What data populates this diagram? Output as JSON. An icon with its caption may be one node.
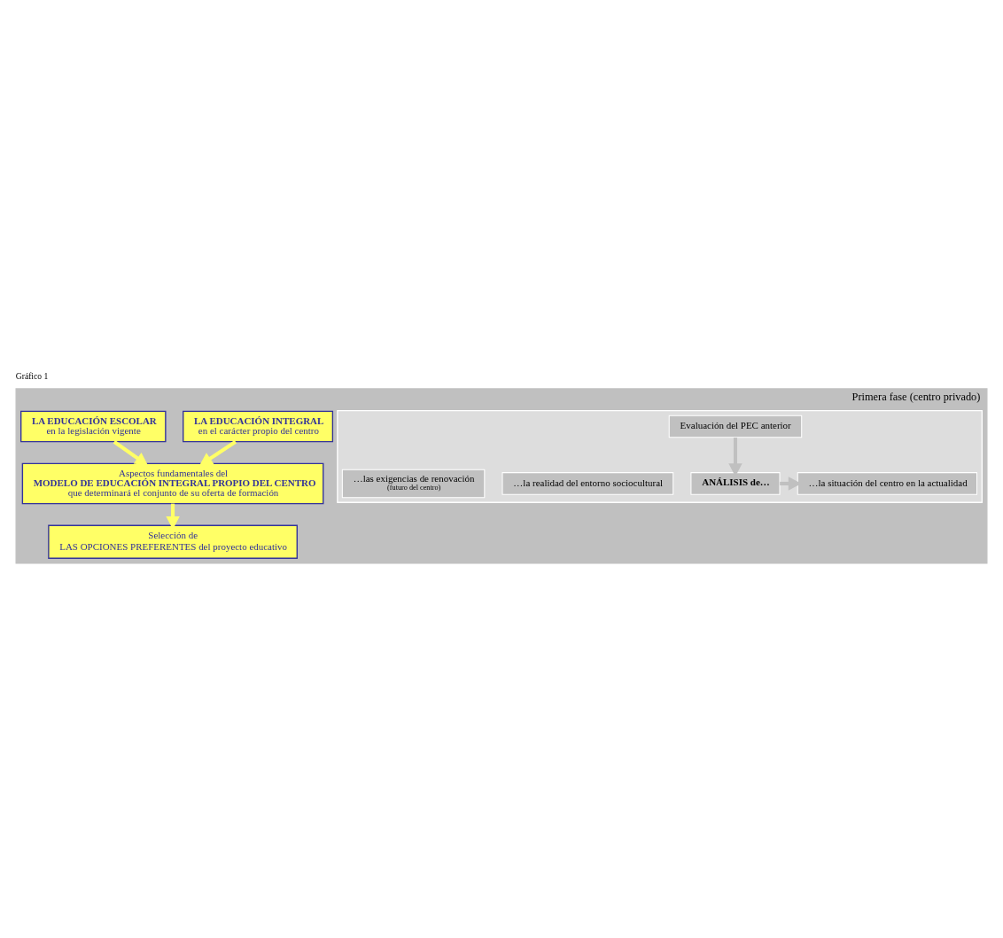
{
  "diagram": {
    "title": "Gráfico 1",
    "nodes": [
      {
        "text": [
          "Primera fase (centro privado)"
        ]
      },
      {
        "text": [
          "LA EDUCACIÓN INTEGRAL",
          "en el carácter propio del centro"
        ],
        "in": 0
      },
      {
        "text": [
          "LA EDUCACIÓN ESCOLAR",
          "en la legislación vigente"
        ],
        "in": 0
      },
      {
        "text": [],
        "shape": "box",
        "in": 0
      },
      {
        "text": [
          "Evaluación del PEC anterior"
        ],
        "in": 3
      },
      {
        "text": [
          "ANÁLISIS de…"
        ],
        "in": 3
      },
      {
        "text": [
          "…la situación del centro en la actualidad"
        ],
        "in": 3
      },
      {
        "text": [
          "…la realidad del entorno sociocultural"
        ],
        "in": 3
      },
      {
        "text": [
          "…las exigencias de renovación",
          "(futuro del centro)"
        ],
        "in": 3
      },
      {
        "text": [
          "Aspectos fundamentales del",
          "MODELO DE EDUCACIÓN INTEGRAL PROPIO DEL CENTRO",
          "que determinará el conjunto de su oferta de formación"
        ],
        "in": 0
      },
      {
        "text": [
          "Selección de",
          "LAS OPCIONES PREFERENTES del proyecto educativo"
        ],
        "in": 0
      }
    ],
    "edges": [
      {
        "from": 4,
        "to": 5,
        "arrow": "to",
        "color": "#c0c0c0"
      },
      {
        "from": 5,
        "to": 6,
        "arrow": "to",
        "color": "#c0c0c0"
      },
      {
        "from": 1,
        "to": 9,
        "arrow": "to"
      },
      {
        "from": 2,
        "to": 9,
        "arrow": "to"
      },
      {
        "from": 9,
        "to": 10,
        "arrow": "to"
      }
    ]
  }
}
